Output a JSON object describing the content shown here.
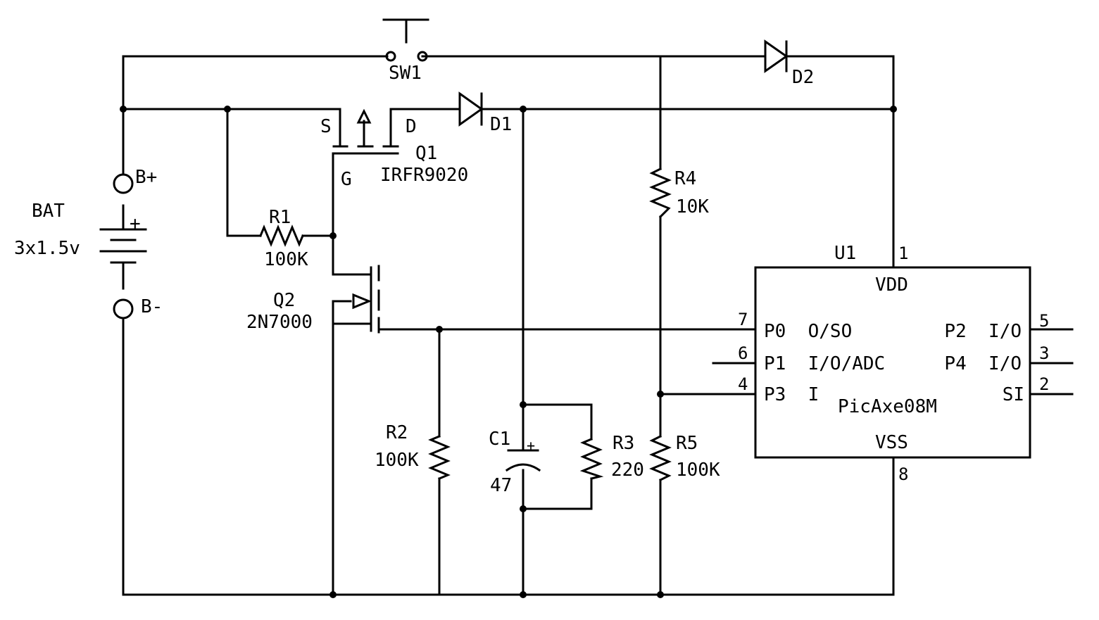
{
  "battery": {
    "ref": "BAT",
    "value": "3x1.5v",
    "pos_terminal": "B+",
    "neg_terminal": "B-",
    "plus_sign": "+"
  },
  "switch": {
    "ref": "SW1"
  },
  "diodes": {
    "d1": "D1",
    "d2": "D2"
  },
  "q1": {
    "ref": "Q1",
    "part": "IRFR9020",
    "source": "S",
    "drain": "D",
    "gate": "G"
  },
  "q2": {
    "ref": "Q2",
    "part": "2N7000"
  },
  "resistors": {
    "r1": {
      "ref": "R1",
      "value": "100K"
    },
    "r2": {
      "ref": "R2",
      "value": "100K"
    },
    "r3": {
      "ref": "R3",
      "value": "220"
    },
    "r4": {
      "ref": "R4",
      "value": "10K"
    },
    "r5": {
      "ref": "R5",
      "value": "100K"
    }
  },
  "capacitor": {
    "ref": "C1",
    "value": "47",
    "plus_sign": "+"
  },
  "ic": {
    "ref": "U1",
    "name": "PicAxe08M",
    "vdd": "VDD",
    "vss": "VSS",
    "pins": {
      "vdd_num": "1",
      "vss_num": "8",
      "p0_num": "7",
      "p0_label": "P0  O/SO",
      "p1_num": "6",
      "p1_label": "P1  I/O/ADC",
      "p3_num": "4",
      "p3_label": "P3  I",
      "p2_num": "5",
      "p2_label": "P2  I/O",
      "p4_num": "3",
      "p4_label": "P4  I/O",
      "si_num": "2",
      "si_label": "SI"
    }
  }
}
